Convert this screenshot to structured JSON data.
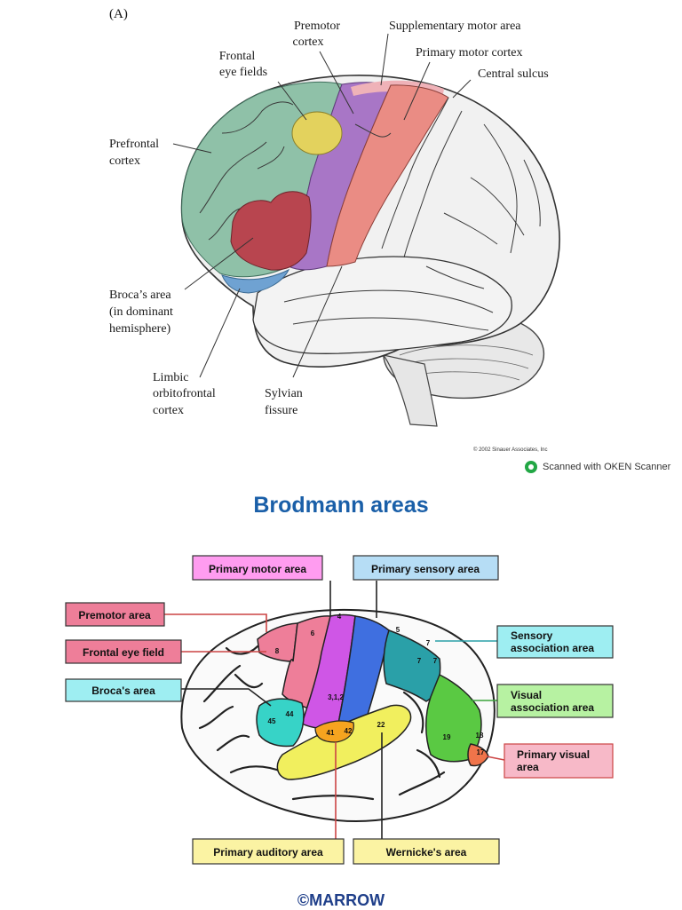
{
  "figure_a": {
    "panel_label": "(A)",
    "labels": {
      "premotor": "Premotor\ncortex",
      "supplementary": "Supplementary motor area",
      "frontal_eye": "Frontal\neye fields",
      "primary_motor": "Primary motor cortex",
      "central_sulcus": "Central sulcus",
      "prefrontal": "Prefrontal\ncortex",
      "broca": "Broca’s area\n(in dominant\nhemisphere)",
      "limbic": "Limbic\norbitofrontal\ncortex",
      "sylvian": "Sylvian\nfissure"
    },
    "copyright": "© 2002 Sinauer Associates, Inc"
  },
  "scan_badge": "Scanned with OKEN Scanner",
  "figure_b": {
    "title": "Brodmann areas",
    "boxes": {
      "primary_motor": "Primary motor area",
      "primary_sensory": "Primary sensory area",
      "premotor": "Premotor area",
      "frontal_eye": "Frontal eye field",
      "broca": "Broca's area",
      "sensory_assoc": "Sensory\nassociation area",
      "visual_assoc": "Visual\nassociation area",
      "primary_visual": "Primary visual\narea",
      "primary_auditory": "Primary auditory area",
      "wernicke": "Wernicke's area"
    },
    "area_numbers": [
      "4",
      "6",
      "8",
      "5",
      "7",
      "7",
      "7",
      "3,1,2",
      "44",
      "45",
      "41",
      "42",
      "22",
      "19",
      "18",
      "17"
    ]
  },
  "footer": "©MARROW",
  "colors": {
    "prefrontal": "#8fc1a8",
    "premotor": "#a876c6",
    "frontal_eye": "#e3d25d",
    "broca": "#b8454f",
    "primary_motor": "#ea8c84",
    "supplementary": "#efb2b8",
    "limbic": "#6fa2d2",
    "b_motor_pink": "#ff9cf0",
    "b_sensory_blue": "#b6ddf5",
    "b_premotor_red": "#ee7e99",
    "b_teal": "#9eeef2",
    "b_green": "#b7f2a2",
    "b_orange": "#f58b6b",
    "b_yellow": "#fbf3a3",
    "title_blue": "#1a5fa8"
  }
}
